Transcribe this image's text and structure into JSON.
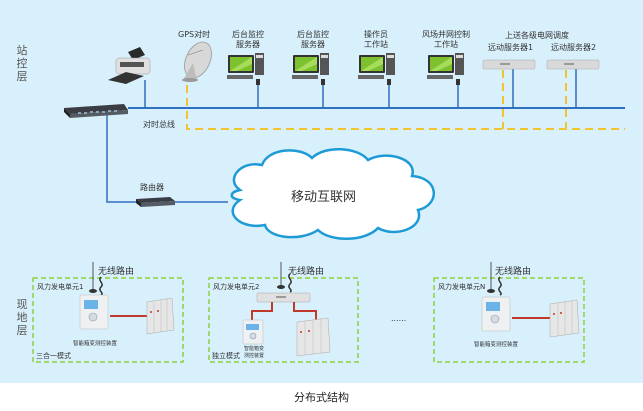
{
  "layers": {
    "station": "站控层",
    "field": "现地层"
  },
  "station_devices": {
    "gps": "GPS对时",
    "backend_server_1": [
      "后台监控",
      "服务器"
    ],
    "backend_server_2": [
      "后台监控",
      "服务器"
    ],
    "operator_station": [
      "操作员",
      "工作站"
    ],
    "grid_control_station": [
      "风场并网控制",
      "工作站"
    ],
    "dispatch_header": "上送各级电网调度",
    "remote_server_1": "远动服务器1",
    "remote_server_2": "远动服务器2",
    "timing_bus": "对时总线"
  },
  "network": {
    "router": "路由器",
    "cloud": "移动互联网"
  },
  "field_units": [
    {
      "title": "风力发电单元1",
      "wireless": "无线路由",
      "device": "智能箱变测控装置",
      "mode": "三合一模式"
    },
    {
      "title": "风力发电单元2",
      "wireless": "无线路由",
      "device_lines": [
        "智能箱变",
        "测控装置"
      ],
      "mode": "独立模式"
    },
    {
      "title": "风力发电单元N",
      "wireless": "无线路由",
      "device": "智能箱变测控装置",
      "mode": ""
    }
  ],
  "ellipsis": "......",
  "caption": "分布式结构",
  "colors": {
    "background": "#d8f0fb",
    "bus_line": "#2f6fc0",
    "timing_line": "#f2c230",
    "cloud_stroke": "#1e9ad6",
    "unit_border": "#8ccf3c",
    "link_red": "#c0392b"
  }
}
